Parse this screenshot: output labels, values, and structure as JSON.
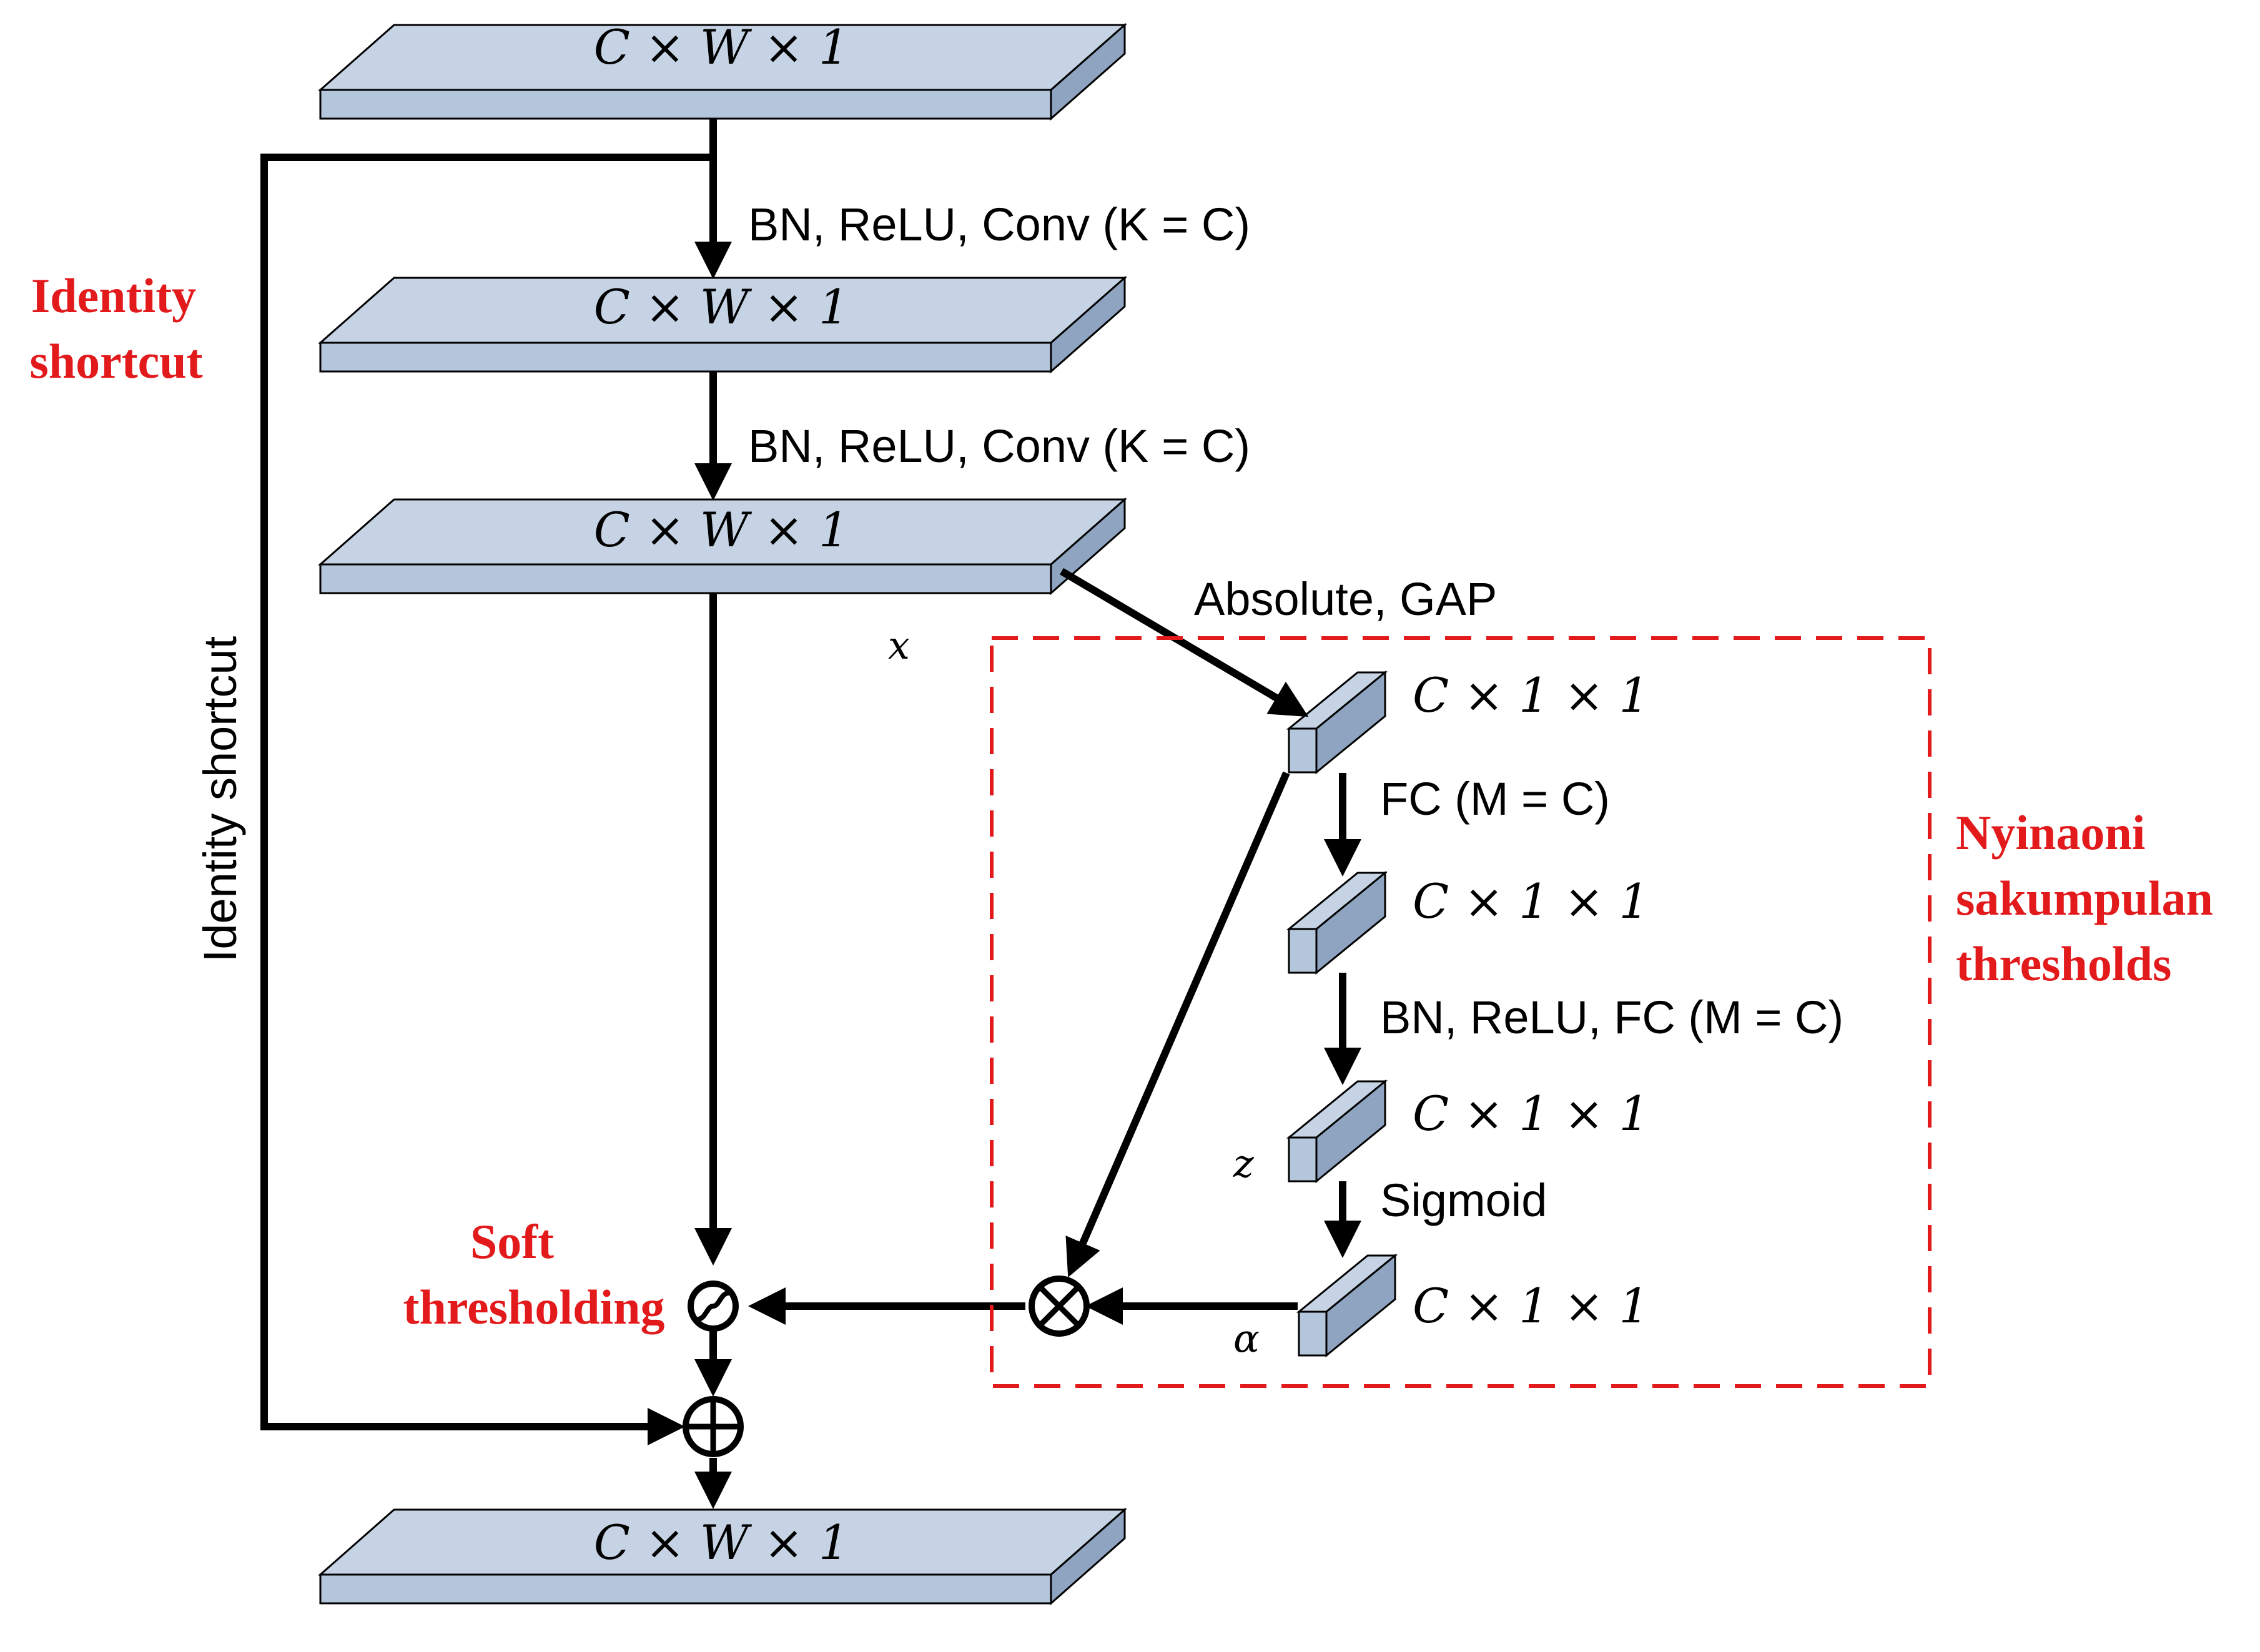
{
  "tensors": {
    "input": "C × W × 1",
    "conv1_out": "C × W × 1",
    "conv2_out": "C × W × 1",
    "output": "C × W × 1",
    "gap_out": "C × 1 × 1",
    "fc1_out": "C × 1 × 1",
    "fc2_out": "C × 1 × 1",
    "sigmoid_out": "C × 1 × 1"
  },
  "ops": {
    "conv1": "BN, ReLU, Conv (K = C)",
    "conv2": "BN, ReLU, Conv (K = C)",
    "abs_gap": "Absolute, GAP",
    "fc1": "FC (M = C)",
    "fc2": "BN, ReLU, FC (M = C)",
    "sigmoid": "Sigmoid"
  },
  "vars": {
    "x": "x",
    "z": "z",
    "alpha": "α"
  },
  "annotations": {
    "identity_top_line1": "Identity",
    "identity_top_line2": "shortcut",
    "identity_vertical": "Identity shortcut",
    "soft_line1": "Soft",
    "soft_line2": "thresholding",
    "threshold_line1": "Nyinaoni",
    "threshold_line2": "sakumpulan",
    "threshold_line3": "thresholds"
  },
  "colors": {
    "block_top": "#c5d3e4",
    "block_front": "#b4c6dc",
    "block_side": "#8ea4c0",
    "stroke": "#000000",
    "accent_red": "#e31a1c",
    "dashed_box": "#e31a1c"
  }
}
